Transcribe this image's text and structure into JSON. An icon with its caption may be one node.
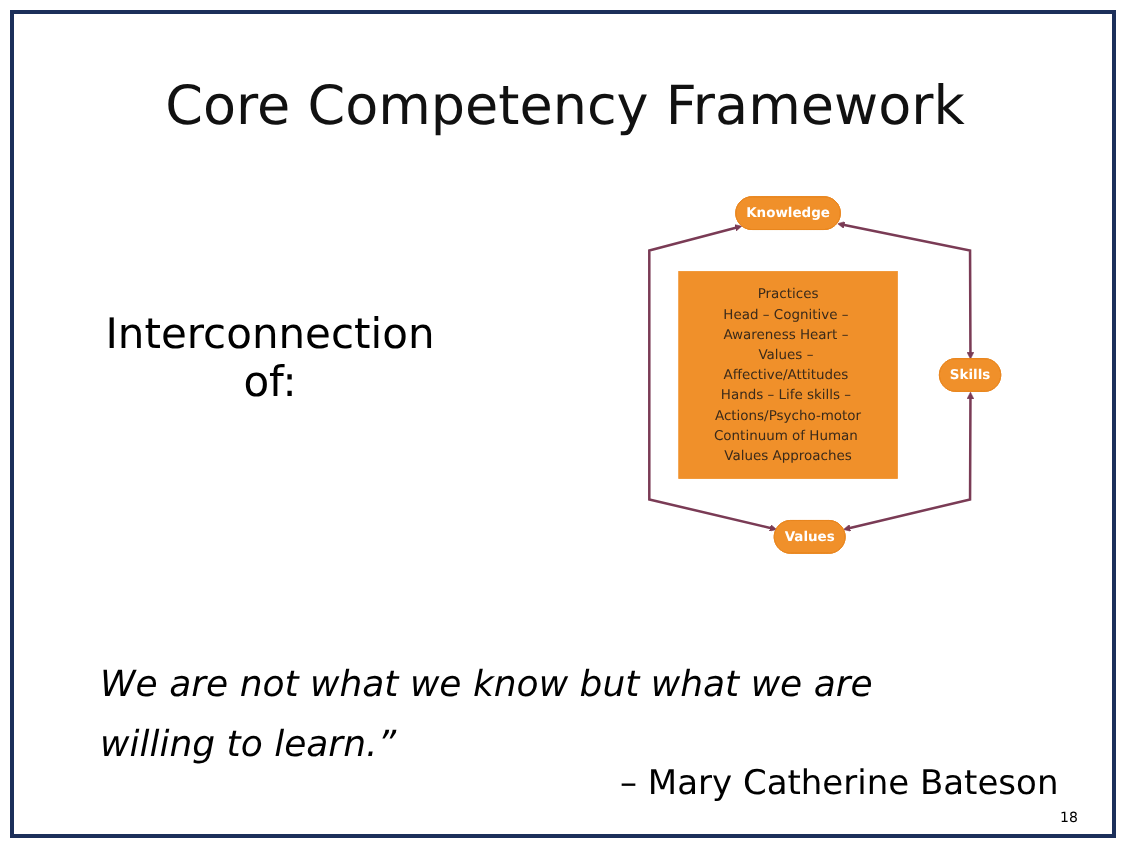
{
  "diagram": {
    "title": "Core Competency Framework",
    "nodes": [
      {
        "text": [
          "Knowledge"
        ]
      },
      {
        "text": [
          "Skills"
        ]
      },
      {
        "text": [
          "Values"
        ]
      },
      {
        "text": [
          "Practices",
          "Head – Cognitive – Awareness Heart – Values – Affective/Attitudes Hands – Life skills – Actions/Psycho-motor",
          "Continuum of Human Values Approaches"
        ]
      }
    ],
    "edges": [
      {
        "from": 0,
        "to": 1,
        "arrow": "both",
        "color": "#7a3b55"
      },
      {
        "from": 0,
        "to": 2,
        "arrow": "both",
        "color": "#7a3b55"
      },
      {
        "from": 1,
        "to": 2,
        "arrow": "both",
        "color": "#7a3b55"
      }
    ],
    "labels": [
      "Interconnection of:",
      "We are not what we know but what we are willing to learn.”",
      "– Mary Catherine Bateson",
      "18"
    ]
  }
}
